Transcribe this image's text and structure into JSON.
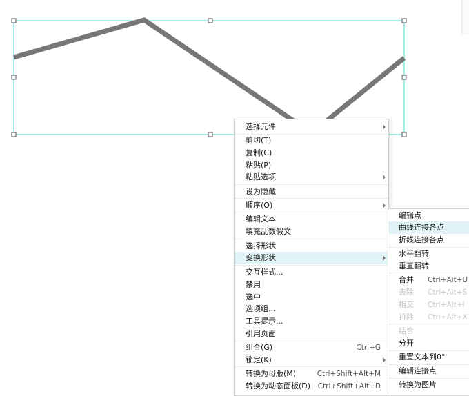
{
  "colors": {
    "selection": "#4dd9d1",
    "shape_line": "#777777",
    "highlight": "#e1f4f7"
  },
  "icons": {
    "submenu_arrow": "triangle-right"
  },
  "main_menu": {
    "select_widget": "选择元件",
    "cut": "剪切(T)",
    "copy": "复制(C)",
    "paste": "粘贴(P)",
    "paste_options": "粘贴选项",
    "set_hidden": "设为隐藏",
    "order": "顺序(O)",
    "edit_text": "编辑文本",
    "fill_lorem": "填充乱数假文",
    "select_shape": "选择形状",
    "transform_shape": "变换形状",
    "interaction_styles": "交互样式...",
    "disabled": "禁用",
    "selected": "选中",
    "option_group": "选项组...",
    "tooltip": "工具提示...",
    "reference_page": "引用页面",
    "group": "组合(G)",
    "group_shortcut": "Ctrl+G",
    "lock": "锁定(K)",
    "to_master": "转换为母版(M)",
    "to_master_shortcut": "Ctrl+Shift+Alt+M",
    "to_dynamic_panel": "转换为动态面板(D)",
    "to_dynamic_panel_shortcut": "Ctrl+Shift+Alt+D"
  },
  "sub_menu": {
    "edit_points": "编辑点",
    "curve_connect": "曲线连接各点",
    "polyline_connect": "折线连接各点",
    "flip_horizontal": "水平翻转",
    "flip_vertical": "垂直翻转",
    "union": "合并",
    "union_shortcut": "Ctrl+Alt+U",
    "subtract": "去除",
    "subtract_shortcut": "Ctrl+Alt+S",
    "intersect": "相交",
    "intersect_shortcut": "Ctrl+Alt+I",
    "exclude": "排除",
    "exclude_shortcut": "Ctrl+Alt+X",
    "combine": "结合",
    "split": "分开",
    "reset_text": "重置文本到0°",
    "edit_connection_points": "编辑连接点",
    "to_image": "转换为图片"
  }
}
